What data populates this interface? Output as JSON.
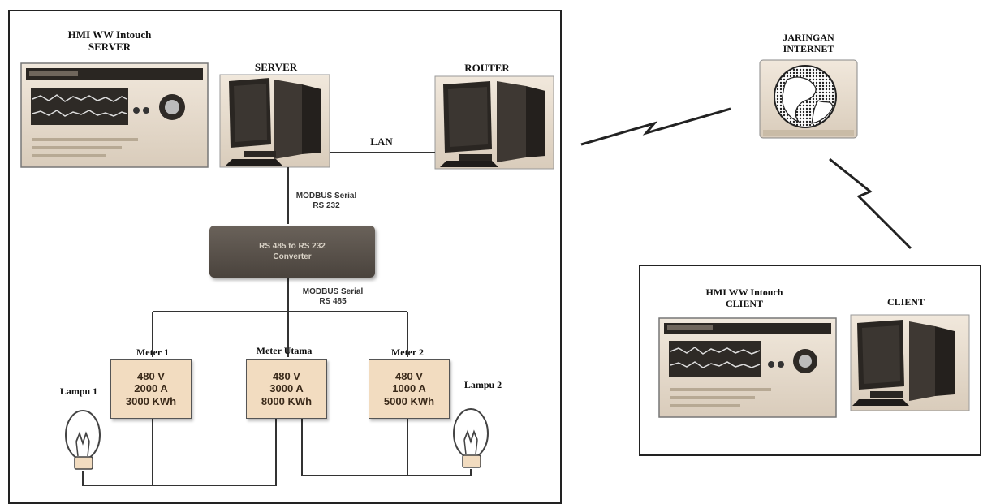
{
  "server_section": {
    "hmi_label_line1": "HMI WW Intouch",
    "hmi_label_line2": "SERVER",
    "server_label": "SERVER",
    "router_label": "ROUTER",
    "lan_label": "LAN",
    "modbus_rs232_line1": "MODBUS Serial",
    "modbus_rs232_line2": "RS 232",
    "converter_line1": "RS 485 to RS 232",
    "converter_line2": "Converter",
    "modbus_rs485_line1": "MODBUS Serial",
    "modbus_rs485_line2": "RS 485"
  },
  "meters": [
    {
      "title": "Meter 1",
      "voltage": "480 V",
      "current": "2000 A",
      "energy": "3000 KWh"
    },
    {
      "title": "Meter Utama",
      "voltage": "480 V",
      "current": "3000 A",
      "energy": "8000 KWh"
    },
    {
      "title": "Meter 2",
      "voltage": "480 V",
      "current": "1000 A",
      "energy": "5000 KWh"
    }
  ],
  "lamps": {
    "lamp1_label": "Lampu 1",
    "lamp2_label": "Lampu 2"
  },
  "internet": {
    "label_line1": "JARINGAN",
    "label_line2": "INTERNET"
  },
  "client_section": {
    "hmi_label_line1": "HMI WW Intouch",
    "hmi_label_line2": "CLIENT",
    "client_label": "CLIENT"
  },
  "colors": {
    "frame": "#222222",
    "meter_fill": "#f2dcc0",
    "converter_fill": "#5a524b",
    "device_beige": "#e8ddd0"
  },
  "icons": [
    "hmi-screen-icon",
    "computer-icon",
    "globe-icon",
    "lightbulb-icon",
    "lightning-link-icon"
  ]
}
